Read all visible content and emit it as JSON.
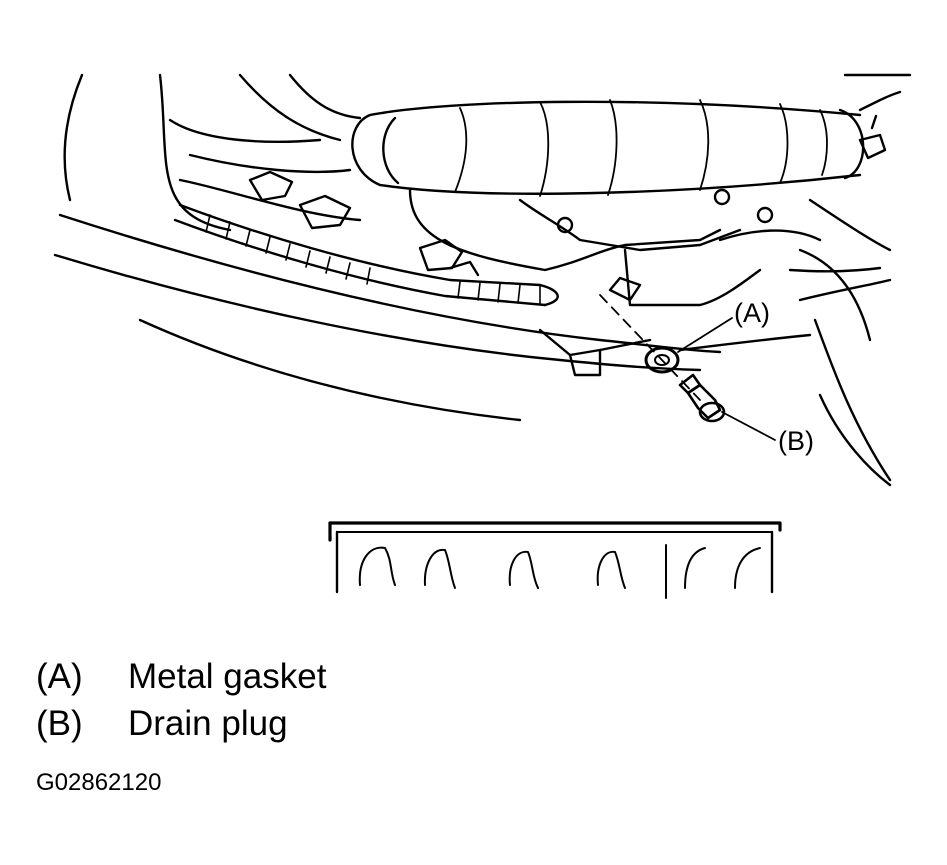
{
  "callouts": {
    "a": "(A)",
    "b": "(B)"
  },
  "legend": [
    {
      "key": "(A)",
      "label": "Metal gasket"
    },
    {
      "key": "(B)",
      "label": "Drain plug"
    }
  ],
  "figure_code": "G02862120"
}
